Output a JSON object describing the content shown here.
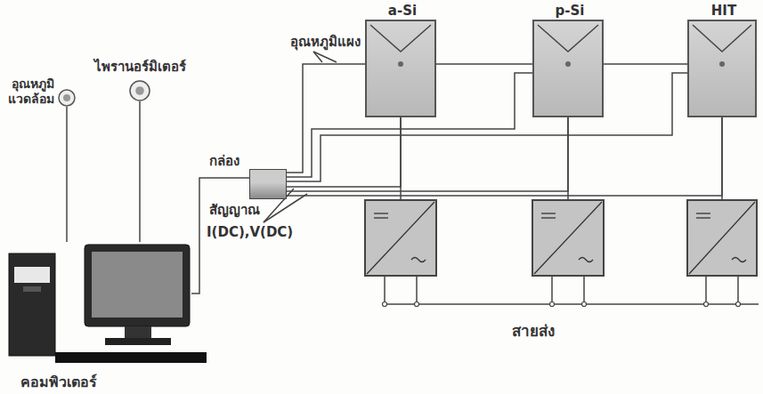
{
  "diagram": {
    "nodes": [
      {
        "text": [
          "a-Si"
        ]
      },
      {
        "text": [
          "p-Si"
        ]
      },
      {
        "text": [
          "HIT"
        ]
      },
      {
        "text": [
          "อุณหภูมิ แวดล้อม"
        ]
      },
      {
        "text": [
          "ไพรานอร์มิเตอร์"
        ]
      },
      {
        "text": [
          "กล่อง",
          "สัญญาณ"
        ]
      },
      {
        "text": [
          "คอมพิวเตอร์"
        ]
      }
    ],
    "edges": [
      {
        "from": 5,
        "to": 0,
        "arrow": "none"
      },
      {
        "from": 5,
        "to": 1,
        "arrow": "none"
      },
      {
        "from": 5,
        "to": 2,
        "arrow": "none"
      },
      {
        "from": 5,
        "to": 0,
        "arrow": "none"
      },
      {
        "from": 5,
        "to": 1,
        "arrow": "none"
      },
      {
        "from": 5,
        "to": 2,
        "arrow": "none"
      },
      {
        "from": 3,
        "to": 6,
        "arrow": "none"
      },
      {
        "from": 4,
        "to": 6,
        "arrow": "none"
      },
      {
        "from": 5,
        "to": 6,
        "arrow": "none"
      }
    ],
    "labels": [
      "อุณหภูมิแผง",
      "I(DC),V(DC)",
      "สายส่ง"
    ]
  }
}
